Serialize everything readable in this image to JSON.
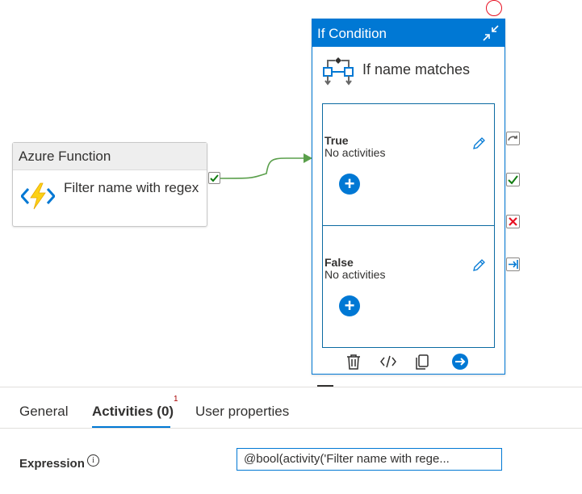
{
  "azure_function": {
    "header": "Azure Function",
    "name": "Filter name with regex",
    "icon": "azure-function-lightning-icon"
  },
  "if_condition": {
    "header": "If Condition",
    "name": "If name matches",
    "icon": "if-condition-branch-icon",
    "branches": [
      {
        "title": "True",
        "subtitle": "No activities",
        "add_label": "+"
      },
      {
        "title": "False",
        "subtitle": "No activities",
        "add_label": "+"
      }
    ],
    "toolbar_icons": [
      "delete-icon",
      "code-icon",
      "copy-icon",
      "go-to-icon"
    ]
  },
  "connector_badges": [
    "skip-icon",
    "success-icon",
    "failure-icon",
    "completion-icon"
  ],
  "panel": {
    "tabs": [
      {
        "label": "General"
      },
      {
        "label": "Activities (0)",
        "active": true,
        "count_badge": "1"
      },
      {
        "label": "User properties"
      }
    ],
    "expression_label": "Expression",
    "info_glyph": "i",
    "expression_value": "@bool(activity('Filter name with rege..."
  },
  "colors": {
    "accent": "#0078d4",
    "success": "#107c10",
    "failure": "#e81123",
    "connector": "#5a9f4b"
  }
}
